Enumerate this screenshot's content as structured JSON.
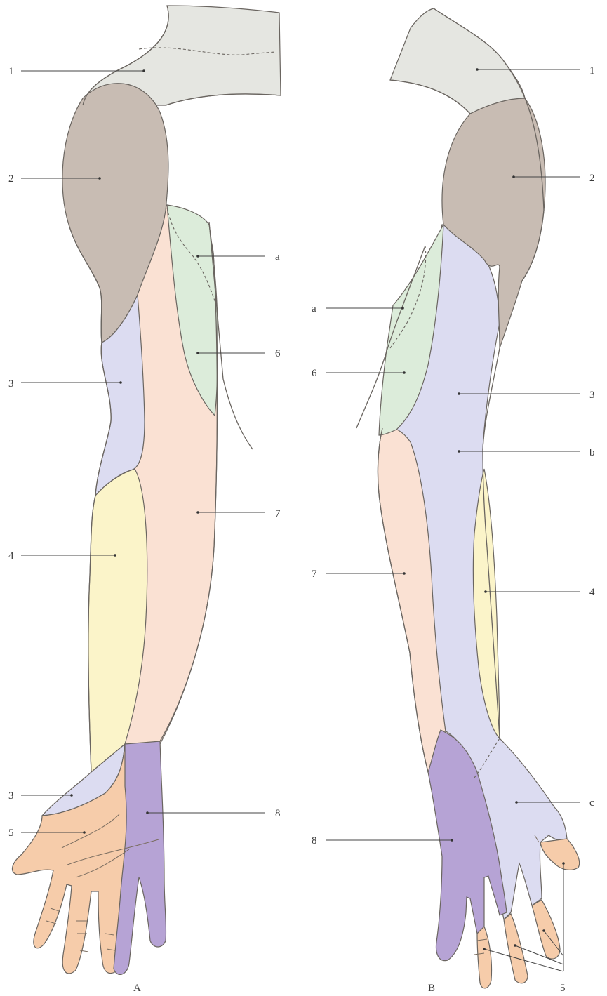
{
  "colors": {
    "zone_1_shoulder": "#e5e6e1",
    "zone_2_deltoid": "#c8bcb3",
    "zone_3": "#dcdcf1",
    "zone_4": "#fbf4c9",
    "zone_5": "#f6ccaa",
    "zone_6": "#dcecda",
    "zone_7": "#fae1d3",
    "zone_8": "#b6a3d5",
    "outline": "#6a6560"
  },
  "panels": {
    "anterior": {
      "caption": "A",
      "labels": {
        "l1": "1",
        "l2": "2",
        "la": "a",
        "l6": "6",
        "l3": "3",
        "l7": "7",
        "l4": "4",
        "l3b": "3",
        "l8": "8",
        "l5": "5"
      }
    },
    "posterior": {
      "caption": "B",
      "labels": {
        "l1": "1",
        "l2": "2",
        "la": "a",
        "l6": "6",
        "l3": "3",
        "lb": "b",
        "l7": "7",
        "l4": "4",
        "lc": "c",
        "l8": "8",
        "l5": "5"
      }
    }
  }
}
